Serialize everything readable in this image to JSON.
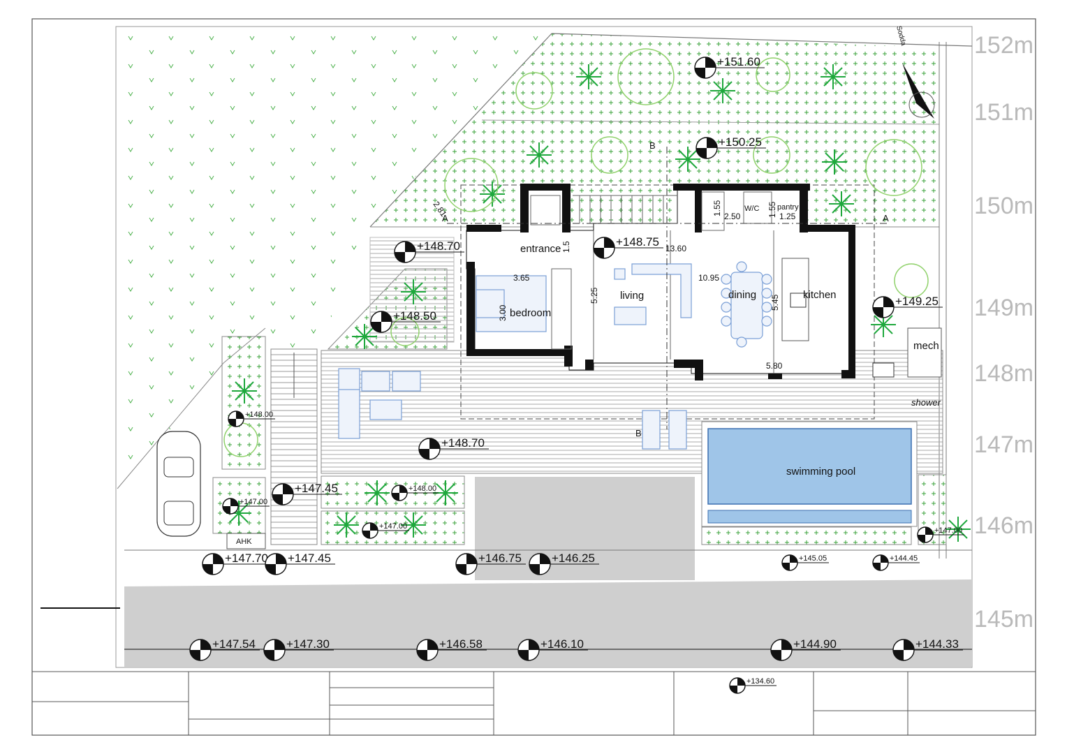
{
  "rooms": {
    "entrance": "entrance",
    "bedroom": "bedroom",
    "living": "living",
    "dining": "dining",
    "kitchen": "kitchen",
    "wc": "W/C",
    "pantry": "pantry",
    "mech": "mech",
    "shower": "shower",
    "pool": "swimming pool",
    "ahk": "AHK"
  },
  "dimensions": {
    "d281": "2.81",
    "d365": "3.65",
    "d300": "3.00",
    "d525": "5.25",
    "d1360": "13.60",
    "d1095": "10.95",
    "d545": "5.45",
    "d580": "5.80",
    "d155a": "1.55",
    "d250": "2.50",
    "d155b": "1.55",
    "d125": "1.25",
    "d15": "1.5"
  },
  "section_marks": {
    "a": "A",
    "b": "B"
  },
  "north_label": "Sodda",
  "side_scale": [
    "152m",
    "151m",
    "150m",
    "149m",
    "148m",
    "147m",
    "146m",
    "145m"
  ],
  "levels": [
    {
      "id": "l15160",
      "text": "+151.60"
    },
    {
      "id": "l15025",
      "text": "+150.25"
    },
    {
      "id": "l14870a",
      "text": "+148.70"
    },
    {
      "id": "l14875",
      "text": "+148.75"
    },
    {
      "id": "l14850",
      "text": "+148.50"
    },
    {
      "id": "l14925",
      "text": "+149.25"
    },
    {
      "id": "l14800a",
      "text": "+148.00"
    },
    {
      "id": "l14870b",
      "text": "+148.70"
    },
    {
      "id": "l14745a",
      "text": "+147.45"
    },
    {
      "id": "l14800b",
      "text": "+148.00"
    },
    {
      "id": "l14700a",
      "text": "+147.00"
    },
    {
      "id": "l14700b",
      "text": "+147.00"
    },
    {
      "id": "l14700c",
      "text": "+147.00"
    },
    {
      "id": "l14770",
      "text": "+147.70"
    },
    {
      "id": "l14745b",
      "text": "+147.45"
    },
    {
      "id": "l14675",
      "text": "+146.75"
    },
    {
      "id": "l14625",
      "text": "+146.25"
    },
    {
      "id": "l14505",
      "text": "+145.05"
    },
    {
      "id": "l14445",
      "text": "+144.45"
    },
    {
      "id": "l14754",
      "text": "+147.54"
    },
    {
      "id": "l14730",
      "text": "+147.30"
    },
    {
      "id": "l14658",
      "text": "+146.58"
    },
    {
      "id": "l14610",
      "text": "+146.10"
    },
    {
      "id": "l14490",
      "text": "+144.90"
    },
    {
      "id": "l14433",
      "text": "+144.33"
    },
    {
      "id": "l13460",
      "text": "+134.60"
    }
  ],
  "colors": {
    "plant_green": "#1ea83c",
    "tree_light": "#8fd16a",
    "pool_fill": "#9fc5e8",
    "road_gray": "#cfcfcf",
    "furniture_blue": "#7a9fd6"
  }
}
